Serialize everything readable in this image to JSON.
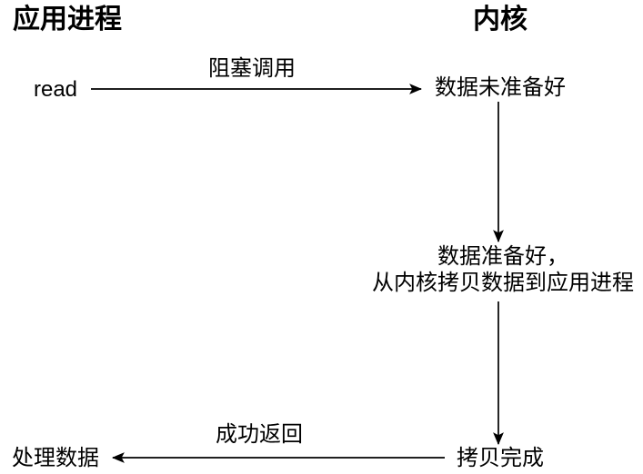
{
  "diagram": {
    "description": "blocking-io-flow",
    "columns": {
      "left": "应用进程",
      "right": "内核"
    },
    "nodes": {
      "read": "read",
      "data_not_ready": "数据未准备好",
      "data_ready_line1": "数据准备好，",
      "data_ready_line2": "从内核拷贝数据到应用进程",
      "copy_done": "拷贝完成",
      "process_data": "处理数据"
    },
    "edge_labels": {
      "blocking_call": "阻塞调用",
      "success_return": "成功返回"
    },
    "colors": {
      "stroke": "#000000",
      "text": "#000000",
      "background": "#ffffff"
    }
  }
}
